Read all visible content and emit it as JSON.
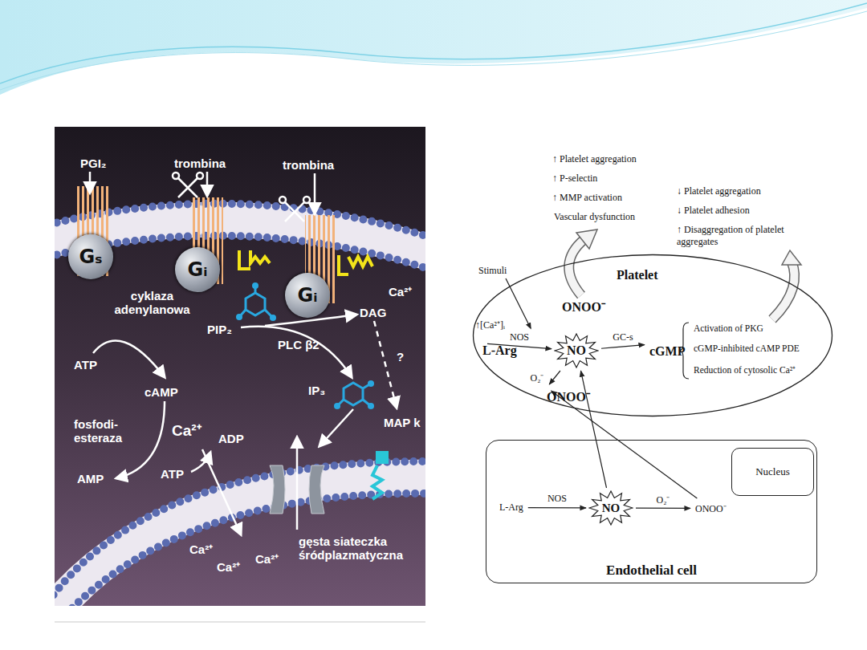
{
  "diagram": {
    "nodes": [
      {
        "text": [
          "Gₛ"
        ]
      },
      {
        "text": [
          "Gᵢ"
        ]
      },
      {
        "text": [
          "Gᵢ"
        ]
      },
      {
        "text": [
          "Platelet"
        ]
      },
      {
        "text": [
          "L-Arg"
        ],
        "in": 3
      },
      {
        "text": [
          "NO"
        ],
        "in": 3
      },
      {
        "text": [
          "cGMP"
        ],
        "in": 3
      },
      {
        "text": [
          "ONOO⁻"
        ],
        "in": 3
      },
      {
        "text": [
          "ONOO⁻"
        ],
        "in": 3
      },
      {
        "text": [
          "Endothelial cell"
        ]
      },
      {
        "text": [
          "Nucleus"
        ],
        "in": 9
      },
      {
        "text": [
          "L-Arg"
        ],
        "in": 9
      },
      {
        "text": [
          "NO"
        ],
        "in": 9
      },
      {
        "text": [
          "ONOO⁻"
        ],
        "in": 9
      }
    ],
    "edges": [
      {
        "from": 4,
        "to": 5,
        "label": "NOS",
        "arrow": "to"
      },
      {
        "from": 5,
        "to": 6,
        "label": "GC-s",
        "arrow": "to"
      },
      {
        "from": 5,
        "to": 8,
        "label": "O₂⁻",
        "arrow": "to"
      },
      {
        "from": 11,
        "to": 12,
        "label": "NOS",
        "arrow": "to"
      },
      {
        "from": 12,
        "to": 13,
        "label": "O₂⁻",
        "arrow": "to"
      },
      {
        "from": 12,
        "to": 5,
        "arrow": "to"
      },
      {
        "from": 13,
        "to": 8,
        "arrow": "to"
      }
    ],
    "labels": [
      "PGI₂",
      "trombina",
      "trombina",
      "cyklaza adenylanowa",
      "PIP₂",
      "PLC β2",
      "DAG",
      "Ca²⁺",
      "IP₃",
      "?",
      "MAP k",
      "ATP",
      "cAMP",
      "fosfodi- esteraza",
      "AMP",
      "Ca²⁺",
      "ADP",
      "ATP",
      "Ca²⁺",
      "Ca²⁺",
      "Ca²⁺",
      "gęsta siateczka śródplazmatyczna",
      "↑ Platelet aggregation",
      "↑ P-selectin",
      "↑ MMP activation",
      "Vascular dysfunction",
      "↓ Platelet aggregation",
      "↓ Platelet adhesion",
      "↑ Disaggregation of platelet aggregates",
      "Stimuli",
      "↑[Ca²⁺]ᵢ",
      "Activation of PKG",
      "cGMP-inhibited cAMP PDE",
      "Reduction of cytosolic Ca²⁺"
    ]
  }
}
